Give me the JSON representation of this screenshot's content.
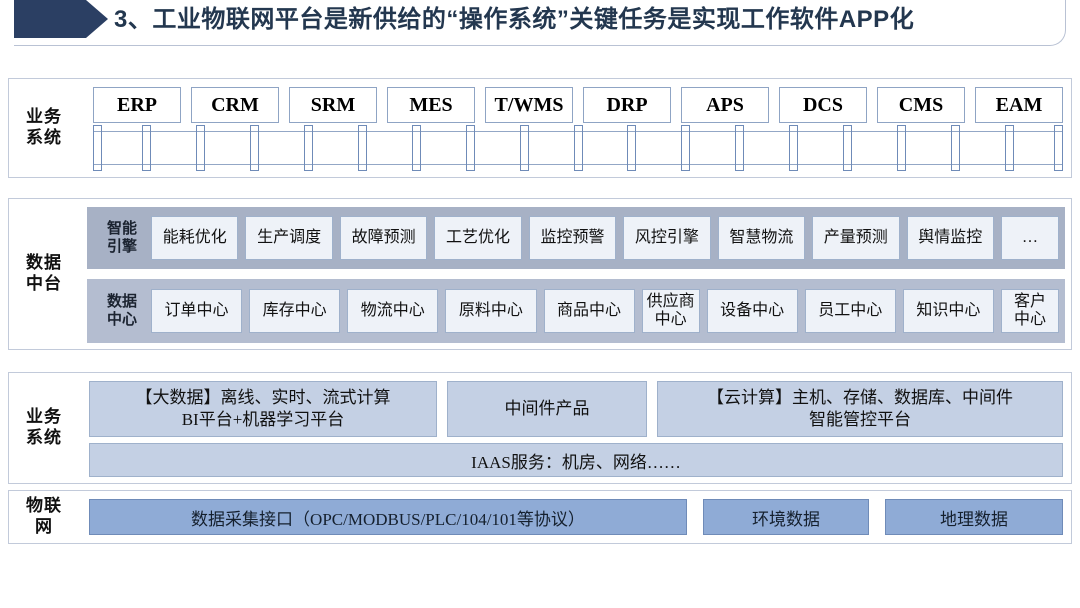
{
  "header": {
    "title": "3、工业物联网平台是新供给的“操作系统”关键任务是实现工作软件APP化"
  },
  "sections": {
    "business_systems": {
      "label_line1": "业务",
      "label_line2": "系统",
      "chips": [
        "ERP",
        "CRM",
        "SRM",
        "MES",
        "T/WMS",
        "DRP",
        "APS",
        "DCS",
        "CMS",
        "EAM"
      ],
      "tick_count": 19
    },
    "data_platform": {
      "label_line1": "数据",
      "label_line2": "中台",
      "engine": {
        "tag_line1": "智能",
        "tag_line2": "引擎",
        "items": [
          "能耗优化",
          "生产调度",
          "故障预测",
          "工艺优化",
          "监控预警",
          "风控引擎",
          "智慧物流",
          "产量预测",
          "舆情监控",
          "…"
        ]
      },
      "datacenter": {
        "tag_line1": "数据",
        "tag_line2": "中心",
        "items": [
          "订单中心",
          "库存中心",
          "物流中心",
          "原料中心",
          "商品中心",
          "供应商\n中心",
          "设备中心",
          "员工中心",
          "知识中心",
          "客户\n中心"
        ]
      }
    },
    "platform": {
      "label_line1": "业务",
      "label_line2": "系统",
      "bigdata": "【大数据】离线、实时、流式计算\nBI平台+机器学习平台",
      "middleware": "中间件产品",
      "cloud": "【云计算】主机、存储、数据库、中间件\n智能管控平台",
      "iaas": "IAAS服务：机房、网络……"
    },
    "iot": {
      "label_line1": "物联",
      "label_line2": "网",
      "collect": "数据采集接口（OPC/MODBUS/PLC/104/101等协议）",
      "environment": "环境数据",
      "geography": "地理数据"
    }
  },
  "colors": {
    "header_navy": "#2b3f63",
    "header_text": "#23374f",
    "engine_band": "#a7b1c5",
    "datacenter_band": "#b4bdd0",
    "cell_fill": "#eef2f8",
    "platform_fill": "#c4d0e4",
    "iot_fill": "#8fabd6",
    "panel_border": "#c2cada"
  }
}
